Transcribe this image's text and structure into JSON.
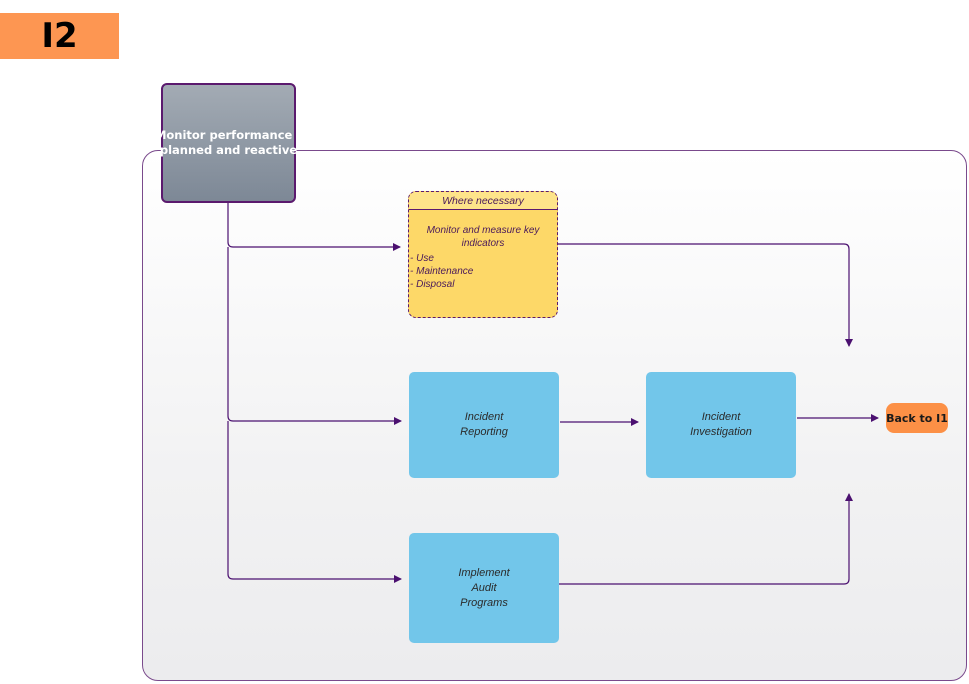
{
  "page": {
    "badge": "I2"
  },
  "nodes": {
    "monitor": {
      "line1": "Monitor performance –",
      "line2": "planned and reactive"
    },
    "kpi": {
      "header": "Where necessary",
      "title": "Monitor and measure key indicators",
      "items": [
        "- Use",
        "- Maintenance",
        "- Disposal"
      ]
    },
    "reporting": {
      "line1": "Incident",
      "line2": "Reporting"
    },
    "investigation": {
      "line1": "Incident",
      "line2": "Investigation"
    },
    "audit": {
      "line1": "Implement",
      "line2": "Audit",
      "line3": "Programs"
    },
    "back": {
      "label": "Back to I1"
    }
  },
  "colors": {
    "badge": "#fd9652",
    "connector": "#4b1070",
    "monitor_fill": "#8d97a3",
    "kpi_fill": "#fdd868",
    "process_fill": "#72c6ea",
    "back_fill": "#fc9046"
  }
}
